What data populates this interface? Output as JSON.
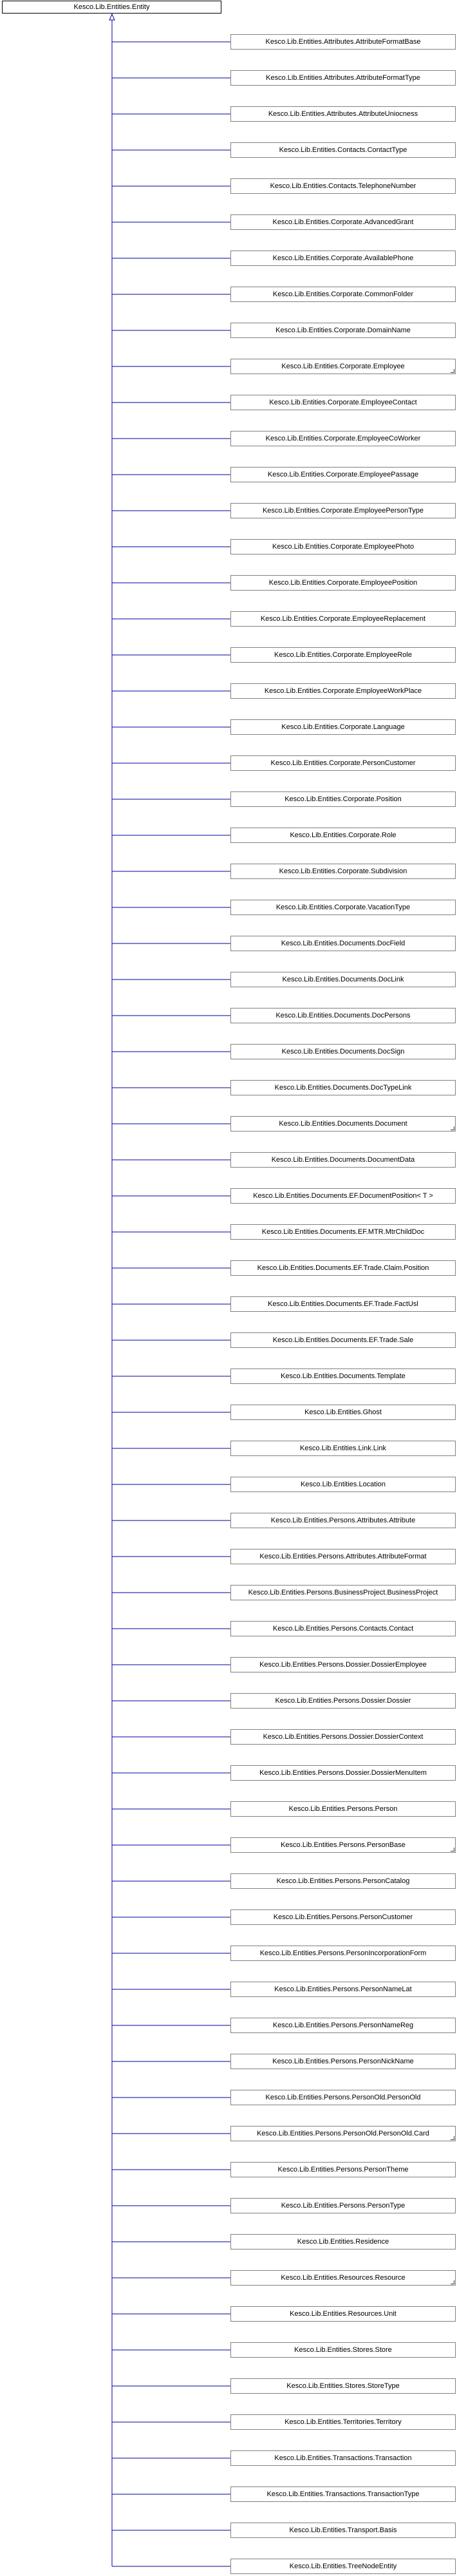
{
  "diagram": {
    "root_label": "Kesco.Lib.Entities.Entity",
    "colors": {
      "line": "#0000a0",
      "box_border": "#808080",
      "root_border": "#000000"
    },
    "children": [
      {
        "label": "Kesco.Lib.Entities.Attributes.AttributeFormatBase",
        "truncated": false
      },
      {
        "label": "Kesco.Lib.Entities.Attributes.AttributeFormatType",
        "truncated": false
      },
      {
        "label": "Kesco.Lib.Entities.Attributes.AttributeUniocness",
        "truncated": false
      },
      {
        "label": "Kesco.Lib.Entities.Contacts.ContactType",
        "truncated": false
      },
      {
        "label": "Kesco.Lib.Entities.Contacts.TelephoneNumber",
        "truncated": false
      },
      {
        "label": "Kesco.Lib.Entities.Corporate.AdvancedGrant",
        "truncated": false
      },
      {
        "label": "Kesco.Lib.Entities.Corporate.AvailablePhone",
        "truncated": false
      },
      {
        "label": "Kesco.Lib.Entities.Corporate.CommonFolder",
        "truncated": false
      },
      {
        "label": "Kesco.Lib.Entities.Corporate.DomainName",
        "truncated": false
      },
      {
        "label": "Kesco.Lib.Entities.Corporate.Employee",
        "truncated": true
      },
      {
        "label": "Kesco.Lib.Entities.Corporate.EmployeeContact",
        "truncated": false
      },
      {
        "label": "Kesco.Lib.Entities.Corporate.EmployeeCoWorker",
        "truncated": false
      },
      {
        "label": "Kesco.Lib.Entities.Corporate.EmployeePassage",
        "truncated": false
      },
      {
        "label": "Kesco.Lib.Entities.Corporate.EmployeePersonType",
        "truncated": false
      },
      {
        "label": "Kesco.Lib.Entities.Corporate.EmployeePhoto",
        "truncated": false
      },
      {
        "label": "Kesco.Lib.Entities.Corporate.EmployeePosition",
        "truncated": false
      },
      {
        "label": "Kesco.Lib.Entities.Corporate.EmployeeReplacement",
        "truncated": false
      },
      {
        "label": "Kesco.Lib.Entities.Corporate.EmployeeRole",
        "truncated": false
      },
      {
        "label": "Kesco.Lib.Entities.Corporate.EmployeeWorkPlace",
        "truncated": false
      },
      {
        "label": "Kesco.Lib.Entities.Corporate.Language",
        "truncated": false
      },
      {
        "label": "Kesco.Lib.Entities.Corporate.PersonCustomer",
        "truncated": false
      },
      {
        "label": "Kesco.Lib.Entities.Corporate.Position",
        "truncated": false
      },
      {
        "label": "Kesco.Lib.Entities.Corporate.Role",
        "truncated": false
      },
      {
        "label": "Kesco.Lib.Entities.Corporate.Subdivision",
        "truncated": false
      },
      {
        "label": "Kesco.Lib.Entities.Corporate.VacationType",
        "truncated": false
      },
      {
        "label": "Kesco.Lib.Entities.Documents.DocField",
        "truncated": false
      },
      {
        "label": "Kesco.Lib.Entities.Documents.DocLink",
        "truncated": false
      },
      {
        "label": "Kesco.Lib.Entities.Documents.DocPersons",
        "truncated": false
      },
      {
        "label": "Kesco.Lib.Entities.Documents.DocSign",
        "truncated": false
      },
      {
        "label": "Kesco.Lib.Entities.Documents.DocTypeLink",
        "truncated": false
      },
      {
        "label": "Kesco.Lib.Entities.Documents.Document",
        "truncated": true
      },
      {
        "label": "Kesco.Lib.Entities.Documents.DocumentData",
        "truncated": false
      },
      {
        "label": "Kesco.Lib.Entities.Documents.EF.DocumentPosition< T >",
        "truncated": false
      },
      {
        "label": "Kesco.Lib.Entities.Documents.EF.MTR.MtrChildDoc",
        "truncated": false
      },
      {
        "label": "Kesco.Lib.Entities.Documents.EF.Trade.Claim.Position",
        "truncated": false
      },
      {
        "label": "Kesco.Lib.Entities.Documents.EF.Trade.FactUsl",
        "truncated": false
      },
      {
        "label": "Kesco.Lib.Entities.Documents.EF.Trade.Sale",
        "truncated": false
      },
      {
        "label": "Kesco.Lib.Entities.Documents.Template",
        "truncated": false
      },
      {
        "label": "Kesco.Lib.Entities.Ghost",
        "truncated": false
      },
      {
        "label": "Kesco.Lib.Entities.Link.Link",
        "truncated": false
      },
      {
        "label": "Kesco.Lib.Entities.Location",
        "truncated": false
      },
      {
        "label": "Kesco.Lib.Entities.Persons.Attributes.Attribute",
        "truncated": false
      },
      {
        "label": "Kesco.Lib.Entities.Persons.Attributes.AttributeFormat",
        "truncated": false
      },
      {
        "label": "Kesco.Lib.Entities.Persons.BusinessProject.BusinessProject",
        "truncated": false
      },
      {
        "label": "Kesco.Lib.Entities.Persons.Contacts.Contact",
        "truncated": false
      },
      {
        "label": "Kesco.Lib.Entities.Persons.Dossier.DossierEmployee",
        "truncated": false
      },
      {
        "label": "Kesco.Lib.Entities.Persons.Dossier.Dossier",
        "truncated": false
      },
      {
        "label": "Kesco.Lib.Entities.Persons.Dossier.DossierContext",
        "truncated": false
      },
      {
        "label": "Kesco.Lib.Entities.Persons.Dossier.DossierMenuItem",
        "truncated": false
      },
      {
        "label": "Kesco.Lib.Entities.Persons.Person",
        "truncated": false
      },
      {
        "label": "Kesco.Lib.Entities.Persons.PersonBase",
        "truncated": true
      },
      {
        "label": "Kesco.Lib.Entities.Persons.PersonCatalog",
        "truncated": false
      },
      {
        "label": "Kesco.Lib.Entities.Persons.PersonCustomer",
        "truncated": false
      },
      {
        "label": "Kesco.Lib.Entities.Persons.PersonIncorporationForm",
        "truncated": false
      },
      {
        "label": "Kesco.Lib.Entities.Persons.PersonNameLat",
        "truncated": false
      },
      {
        "label": "Kesco.Lib.Entities.Persons.PersonNameReg",
        "truncated": false
      },
      {
        "label": "Kesco.Lib.Entities.Persons.PersonNickName",
        "truncated": false
      },
      {
        "label": "Kesco.Lib.Entities.Persons.PersonOld.PersonOld",
        "truncated": false
      },
      {
        "label": "Kesco.Lib.Entities.Persons.PersonOld.PersonOld.Card",
        "truncated": true
      },
      {
        "label": "Kesco.Lib.Entities.Persons.PersonTheme",
        "truncated": false
      },
      {
        "label": "Kesco.Lib.Entities.Persons.PersonType",
        "truncated": false
      },
      {
        "label": "Kesco.Lib.Entities.Residence",
        "truncated": false
      },
      {
        "label": "Kesco.Lib.Entities.Resources.Resource",
        "truncated": true
      },
      {
        "label": "Kesco.Lib.Entities.Resources.Unit",
        "truncated": false
      },
      {
        "label": "Kesco.Lib.Entities.Stores.Store",
        "truncated": false
      },
      {
        "label": "Kesco.Lib.Entities.Stores.StoreType",
        "truncated": false
      },
      {
        "label": "Kesco.Lib.Entities.Territories.Territory",
        "truncated": false
      },
      {
        "label": "Kesco.Lib.Entities.Transactions.Transaction",
        "truncated": false
      },
      {
        "label": "Kesco.Lib.Entities.Transactions.TransactionType",
        "truncated": false
      },
      {
        "label": "Kesco.Lib.Entities.Transport.Basis",
        "truncated": false
      },
      {
        "label": "Kesco.Lib.Entities.TreeNodeEntity",
        "truncated": false
      }
    ]
  }
}
